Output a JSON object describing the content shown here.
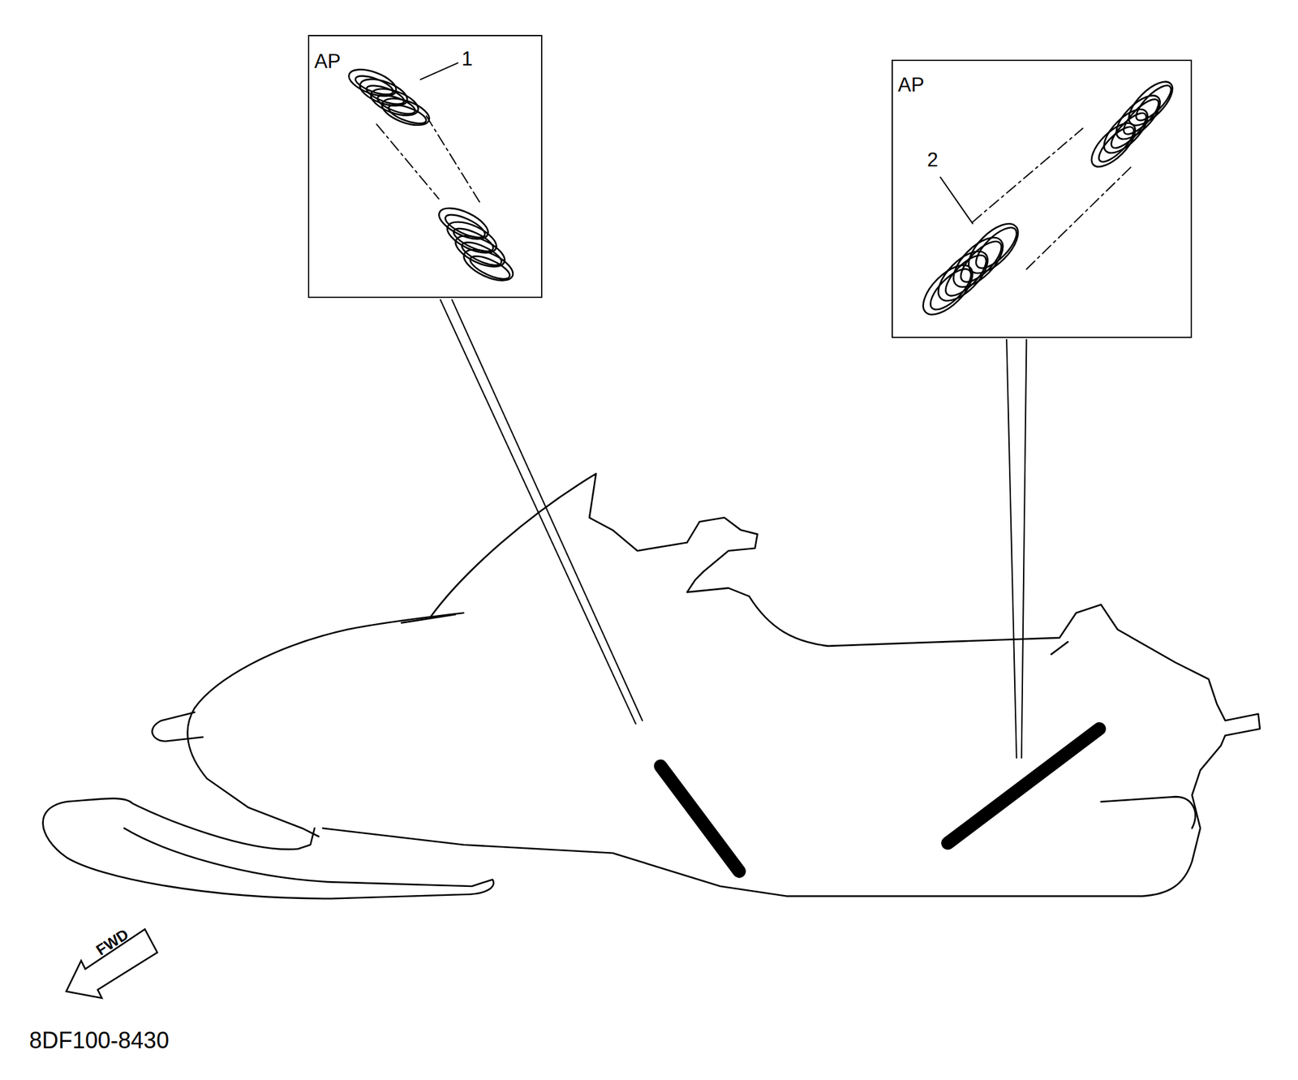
{
  "diagram": {
    "nodes": [
      {
        "text": [
          "AP",
          "1"
        ]
      },
      {
        "text": [
          "AP",
          "2"
        ]
      }
    ],
    "labels": [
      "FWD",
      "8DF100-8430"
    ]
  }
}
